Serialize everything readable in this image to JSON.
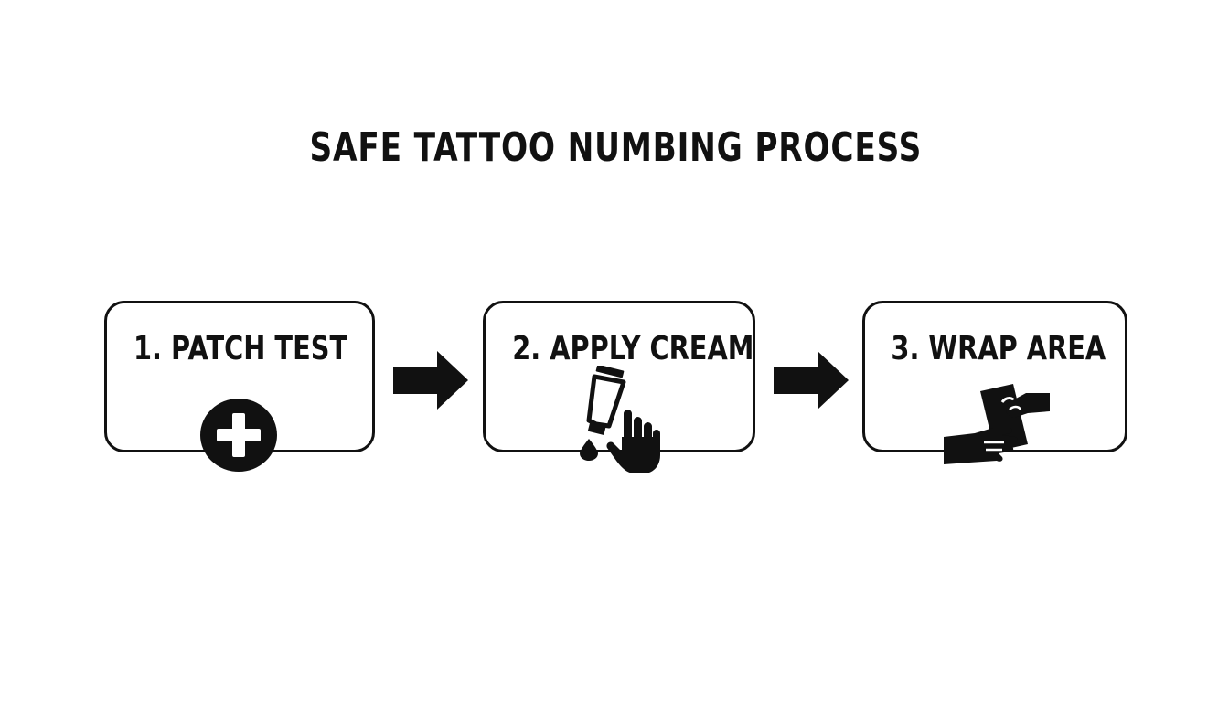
{
  "title": "SAFE TATTOO NUMBING PROCESS",
  "steps": [
    {
      "label": "1. PATCH TEST",
      "icon": "medical-cross-icon"
    },
    {
      "label": "2. APPLY CREAM",
      "icon": "cream-tube-and-hand-icon"
    },
    {
      "label": "3. WRAP AREA",
      "icon": "hands-wrap-icon"
    }
  ],
  "connectors": [
    "arrow-right-icon",
    "arrow-right-icon"
  ],
  "colors": {
    "ink": "#111111",
    "background": "#ffffff"
  }
}
